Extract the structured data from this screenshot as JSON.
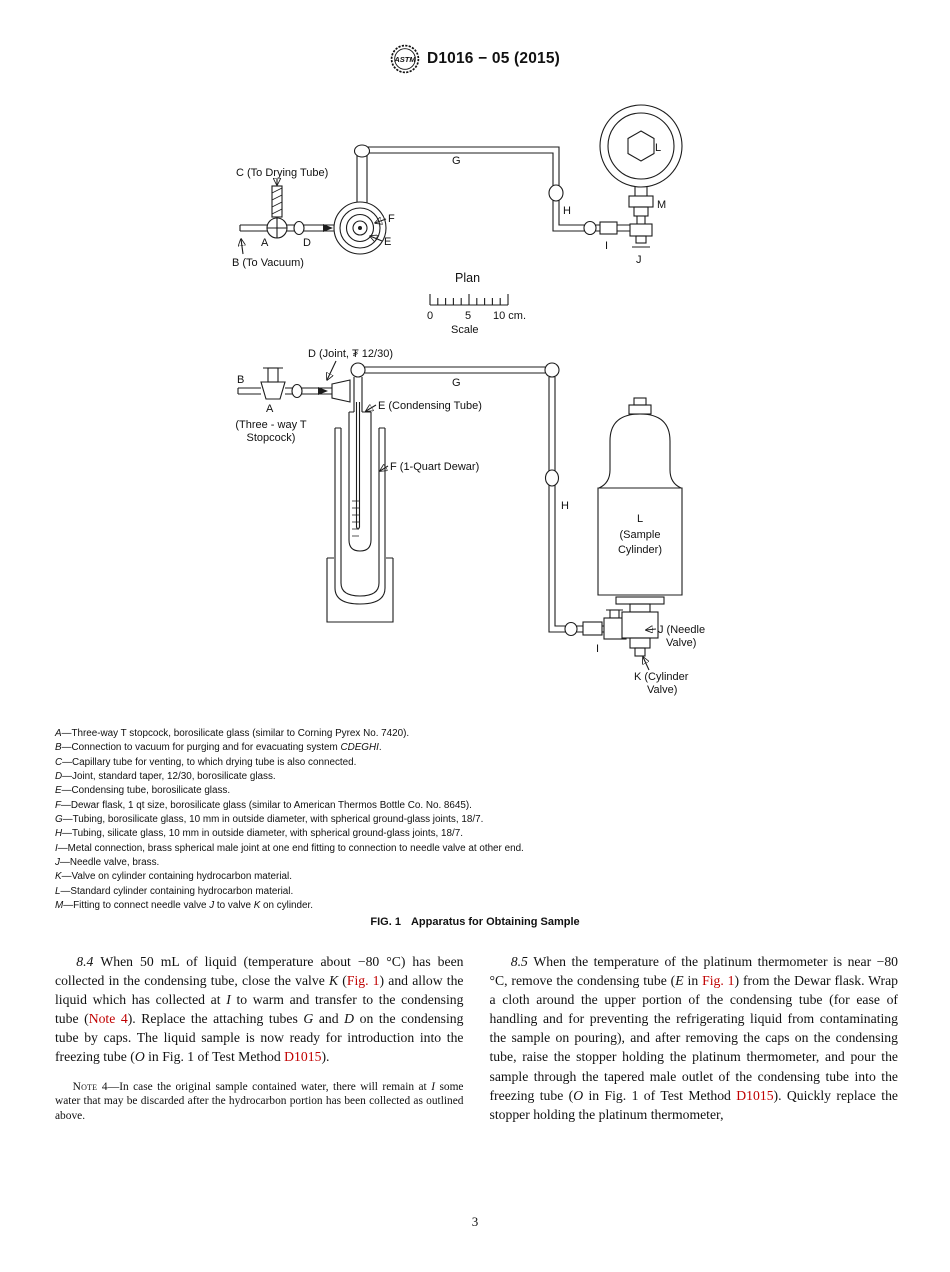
{
  "colors": {
    "link": "#c00000",
    "ink": "#111111"
  },
  "header": {
    "title": "D1016 − 05 (2015)",
    "logo_text": "ASTM"
  },
  "diagram": {
    "plan": {
      "c": "C (To Drying Tube)",
      "b": "B (To Vacuum)",
      "a": "A",
      "d": "D",
      "f": "F",
      "e": "E",
      "g": "G",
      "h": "H",
      "l": "L",
      "m": "M",
      "i": "I",
      "j": "J",
      "title": "Plan",
      "s0": "0",
      "s5": "5",
      "s10": "10 cm.",
      "scale": "Scale"
    },
    "elev": {
      "d": "D (Joint, ₮ 12/30)",
      "b": "B",
      "a": "A",
      "a2": "(Three - way T",
      "a3": "Stopcock)",
      "e": "E (Condensing Tube)",
      "f": "F (1-Quart Dewar)",
      "g": "G",
      "h": "H",
      "l1": "L",
      "l2": "(Sample",
      "l3": "Cylinder)",
      "i": "I",
      "j1": "J (Needle",
      "j2": "Valve)",
      "k1": "K (Cylinder",
      "k2": "Valve)"
    }
  },
  "legend": {
    "items": [
      [
        {
          "t": "A",
          "s": "i"
        },
        {
          "t": "—Three-way T stopcock, borosilicate glass (similar to Corning Pyrex No. 7420)."
        }
      ],
      [
        {
          "t": "B",
          "s": "i"
        },
        {
          "t": "—Connection to vacuum for purging and for evacuating system "
        },
        {
          "t": "CDEGHI",
          "s": "i"
        },
        {
          "t": "."
        }
      ],
      [
        {
          "t": "C",
          "s": "i"
        },
        {
          "t": "—Capillary tube for venting, to which drying tube is also connected."
        }
      ],
      [
        {
          "t": "D",
          "s": "i"
        },
        {
          "t": "—Joint, standard taper, 12/30, borosilicate glass."
        }
      ],
      [
        {
          "t": "E",
          "s": "i"
        },
        {
          "t": "—Condensing tube, borosilicate glass."
        }
      ],
      [
        {
          "t": "F",
          "s": "i"
        },
        {
          "t": "—Dewar flask, 1 qt size, borosilicate glass (similar to American Thermos Bottle Co. No. 8645)."
        }
      ],
      [
        {
          "t": "G",
          "s": "i"
        },
        {
          "t": "—Tubing, borosilicate glass, 10 mm in outside diameter, with spherical ground-glass joints, 18/7."
        }
      ],
      [
        {
          "t": "H",
          "s": "i"
        },
        {
          "t": "—Tubing, silicate glass, 10 mm in outside diameter, with spherical ground-glass joints, 18/7."
        }
      ],
      [
        {
          "t": "I",
          "s": "i"
        },
        {
          "t": "—Metal connection, brass spherical male joint at one end fitting to connection to needle valve at other end."
        }
      ],
      [
        {
          "t": "J",
          "s": "i"
        },
        {
          "t": "—Needle valve, brass."
        }
      ],
      [
        {
          "t": "K",
          "s": "i"
        },
        {
          "t": "—Valve on cylinder containing hydrocarbon material."
        }
      ],
      [
        {
          "t": "L",
          "s": "i"
        },
        {
          "t": "—Standard cylinder containing hydrocarbon material."
        }
      ],
      [
        {
          "t": "M",
          "s": "i"
        },
        {
          "t": "—Fitting to connect needle valve "
        },
        {
          "t": "J",
          "s": "i"
        },
        {
          "t": " to valve "
        },
        {
          "t": "K",
          "s": "i"
        },
        {
          "t": " on cylinder."
        }
      ]
    ]
  },
  "caption": {
    "fig_label": "FIG. 1",
    "fig_title": "Apparatus for Obtaining Sample"
  },
  "body": {
    "para_84": [
      {
        "t": "8.4 ",
        "s": "i"
      },
      {
        "t": "When 50 mL of liquid (temperature about −80 °C) has been collected in the condensing tube, close the valve "
      },
      {
        "t": "K",
        "s": "i"
      },
      {
        "t": " ("
      },
      {
        "t": "Fig. 1",
        "s": "link"
      },
      {
        "t": ") and allow the liquid which has collected at "
      },
      {
        "t": "I",
        "s": "i"
      },
      {
        "t": " to warm and transfer to the condensing tube ("
      },
      {
        "t": "Note 4",
        "s": "link"
      },
      {
        "t": "). Replace the attaching tubes "
      },
      {
        "t": "G",
        "s": "i"
      },
      {
        "t": " and "
      },
      {
        "t": "D",
        "s": "i"
      },
      {
        "t": " on the condensing tube by caps. The liquid sample is now ready for introduction into the freezing tube ("
      },
      {
        "t": "O",
        "s": "i"
      },
      {
        "t": " in Fig. 1 of Test Method "
      },
      {
        "t": "D1015",
        "s": "link"
      },
      {
        "t": ")."
      }
    ],
    "note_4": [
      {
        "t": "Note 4",
        "s": "sc"
      },
      {
        "t": "—In case the original sample contained water, there will remain at "
      },
      {
        "t": "I",
        "s": "i"
      },
      {
        "t": " some water that may be discarded after the hydrocarbon portion has been collected as outlined above."
      }
    ],
    "para_85": [
      {
        "t": "8.5 ",
        "s": "i"
      },
      {
        "t": "When the temperature of the platinum thermometer is near −80 °C, remove the condensing tube ("
      },
      {
        "t": "E",
        "s": "i"
      },
      {
        "t": " in "
      },
      {
        "t": "Fig. 1",
        "s": "link"
      },
      {
        "t": ") from the Dewar flask. Wrap a cloth around the upper portion of the condensing tube (for ease of handling and for preventing the refrigerating liquid from contaminating the sample on pouring), and after removing the caps on the condensing tube, raise the stopper holding the platinum thermometer, and pour the sample through the tapered male outlet of the condensing tube into the freezing tube ("
      },
      {
        "t": "O",
        "s": "i"
      },
      {
        "t": " in Fig. 1 of Test Method "
      },
      {
        "t": "D1015",
        "s": "link"
      },
      {
        "t": "). Quickly replace the stopper holding the platinum thermometer,"
      }
    ]
  },
  "footer": {
    "page_number": "3"
  }
}
